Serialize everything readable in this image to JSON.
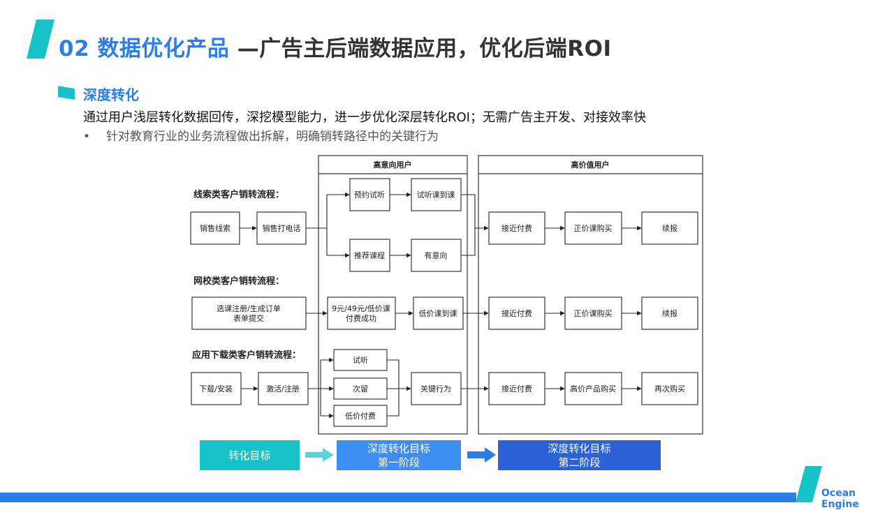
{
  "header": {
    "num": "02",
    "highlight": "数据优化产品",
    "rest": " —广告主后端数据应用，优化后端ROI"
  },
  "section": {
    "title": "深度转化",
    "description": "通过用户浅层转化数据回传，深挖模型能力，进一步优化深层转化ROI；无需广告主开发、对接效率快",
    "bullet": "针对教育行业的业务流程做出拆解，明确销转路径中的关键行为"
  },
  "diagram": {
    "group_high_intent": "高意向用户",
    "group_high_value": "高价值用户",
    "flow1": {
      "label": "线索类客户销转流程：",
      "sales_lead": "销售线索",
      "sales_call": "销售打电话",
      "book_trial": "预约试听",
      "trial_attend": "试听课到课",
      "recommend": "推荐课程",
      "intent": "有意向",
      "near_pay": "接近付费",
      "full_buy": "正价课购买",
      "renew": "续报"
    },
    "flow2": {
      "label": "网校类客户销转流程：",
      "signup_line1": "选课注册/生成订单",
      "signup_line2": "表单提交",
      "lowprice_line1": "9元/49元/低价课",
      "lowprice_line2": "付费成功",
      "lowprice_attend": "低价课到课",
      "near_pay": "接近付费",
      "full_buy": "正价课购买",
      "renew": "续报"
    },
    "flow3": {
      "label": "应用下载类客户销转流程：",
      "download": "下载/安装",
      "activate": "激活/注册",
      "trial": "试听",
      "retention": "次留",
      "low_pay": "低价付费",
      "key_action": "关键行为",
      "near_pay": "接近付费",
      "high_buy": "高价产品购买",
      "rebuy": "再次购买"
    }
  },
  "stages": {
    "s1": "转化目标",
    "s2_line1": "深度转化目标",
    "s2_line2": "第一阶段",
    "s3_line1": "深度转化目标",
    "s3_line2": "第二阶段"
  },
  "colors": {
    "accent": "#2b7de9",
    "teal": "#17c1c8",
    "mid_blue": "#3d8ef0",
    "deep_blue": "#2d62d6"
  },
  "brand": "Ocean Engine"
}
